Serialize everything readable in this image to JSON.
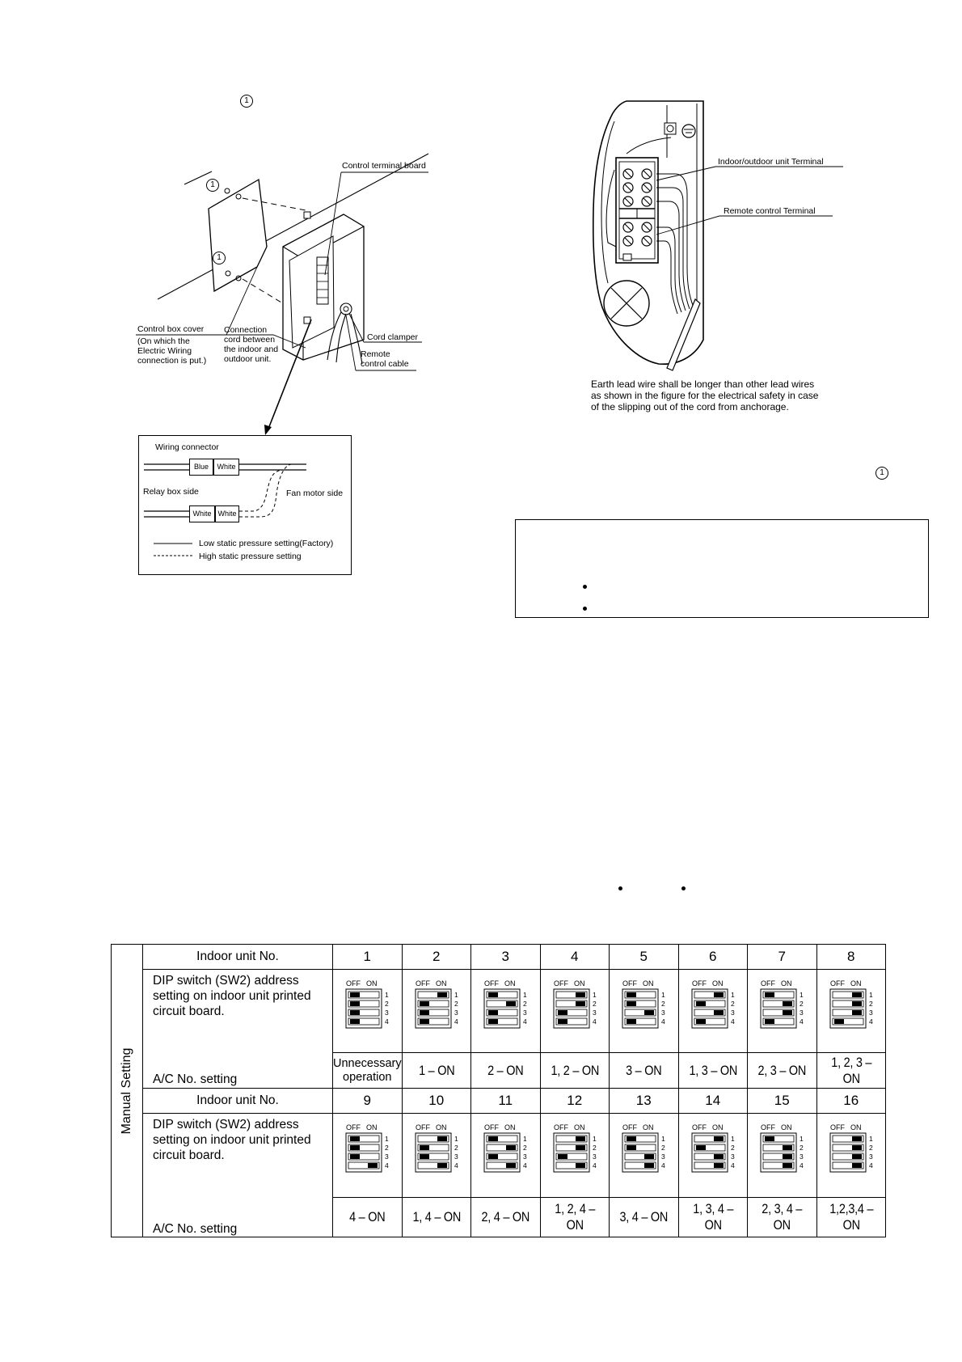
{
  "figure_left": {
    "callout_marker": "1",
    "labels": {
      "control_terminal_board": "Control terminal board",
      "control_box_cover": "Control box cover",
      "cover_note_1": "(On which the",
      "cover_note_2": "Electric Wiring",
      "cover_note_3": "connection is put.)",
      "connection_cord_1": "Connection",
      "connection_cord_2": "cord between",
      "connection_cord_3": "the indoor and",
      "connection_cord_4": "outdoor unit.",
      "cord_clamper": "Cord clamper",
      "remote_cable_1": "Remote",
      "remote_cable_2": "control cable"
    }
  },
  "wiring_connector": {
    "title": "Wiring connector",
    "top_left": "Blue",
    "top_right": "White",
    "relay_box_side": "Relay box side",
    "fan_motor_side": "Fan motor side",
    "bottom_left": "White",
    "bottom_right": "White",
    "legend_solid": "Low static pressure setting(Factory)",
    "legend_dashed": "High static pressure setting"
  },
  "figure_right": {
    "indoor_outdoor_terminal": "Indoor/outdoor unit Terminal",
    "remote_control_terminal": "Remote control Terminal",
    "earth_note_1": "Earth lead wire shall be longer than other lead wires",
    "earth_note_2": "as shown in the figure for the electrical safety in case",
    "earth_note_3": "of the slipping out of the cord from anchorage."
  },
  "side_marker": "1",
  "dip_table": {
    "side_label": "Manual Setting",
    "row_indoor_label": "Indoor unit No.",
    "row_dip_label_1": "DIP switch (SW2) address",
    "row_dip_label_2": "setting on indoor unit printed",
    "row_dip_label_3": "circuit board.",
    "row_setting_label": "A/C No. setting",
    "off_label": "OFF",
    "on_label": "ON",
    "pins": [
      "1",
      "2",
      "3",
      "4"
    ],
    "group1": {
      "units": [
        "1",
        "2",
        "3",
        "4",
        "5",
        "6",
        "7",
        "8"
      ],
      "settings": [
        "Unnecessary operation",
        "1 – ON",
        "2 – ON",
        "1, 2 – ON",
        "3 – ON",
        "1, 3 – ON",
        "2, 3 – ON",
        "1, 2, 3 – ON"
      ],
      "first_setting_line1": "Unnecessary",
      "first_setting_line2": "operation"
    },
    "group2": {
      "units": [
        "9",
        "10",
        "11",
        "12",
        "13",
        "14",
        "15",
        "16"
      ],
      "settings": [
        "4 – ON",
        "1, 4 – ON",
        "2, 4 – ON",
        "1, 2, 4 – ON",
        "3, 4 – ON",
        "1, 3, 4 – ON",
        "2, 3, 4 – ON",
        "1,2,3,4 – ON"
      ]
    }
  }
}
